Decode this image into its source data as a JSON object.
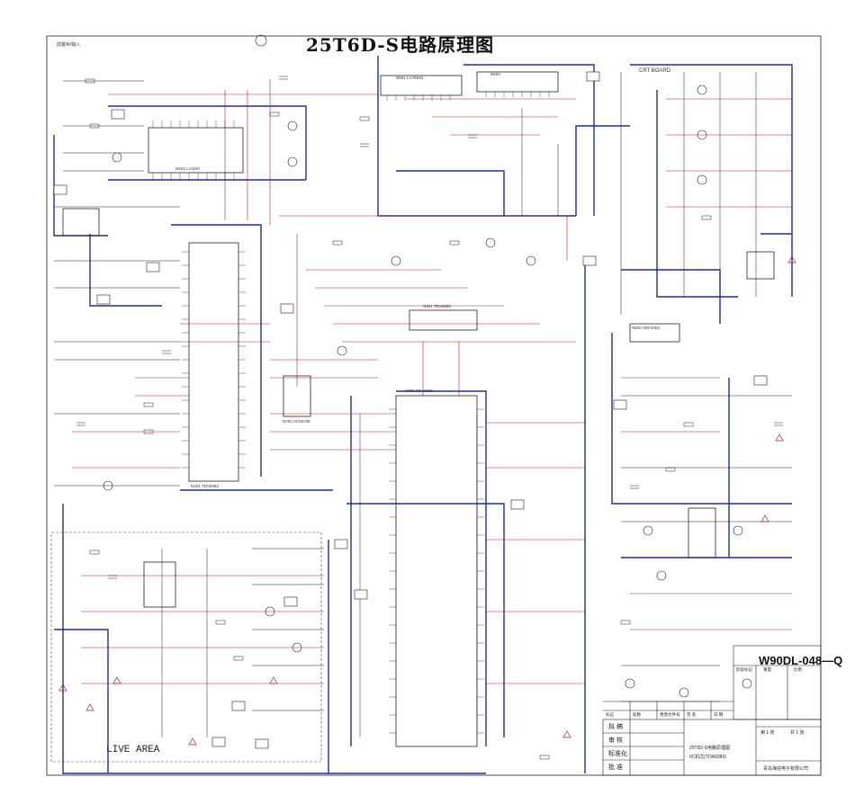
{
  "title": "25T6D-S电路原理图",
  "labels": {
    "live_area": "LIVE AREA",
    "crt_board": "CRT BOARD",
    "left_input": "前置AV输入"
  },
  "title_block": {
    "drawing_no": "W90DL-048—Q",
    "rows": [
      "拟 稿",
      "审 核",
      "标准化",
      "批 准"
    ],
    "name_line1": "25T6D-S电路原理图",
    "name_line2": "IIC机芯(TDA9383)",
    "company": "青岛海信电子有限公司",
    "stage_label": "阶段标记",
    "weight_label": "重量",
    "scale_label": "比例",
    "sheet_label": "第 1 张",
    "sheets_label": "共 1 张",
    "rev_header": [
      "标记",
      "处数",
      "更改文件号",
      "签 名",
      "日 期"
    ]
  },
  "ic_labels": {
    "main_cpu": "N201 TDA9383",
    "n501": "N501 LA76810",
    "n601": "N601 LA4267",
    "n602": "N602",
    "n301": "N301 TDA8356",
    "sound": "N401 TDA9860",
    "eprom": "N702 AT24C08",
    "switch": "N802 HEF4052"
  },
  "colors": {
    "wire_blue": "#1f2f9c",
    "wire_red": "#b0202a",
    "wire_dark": "#222222",
    "text": "#222222"
  }
}
